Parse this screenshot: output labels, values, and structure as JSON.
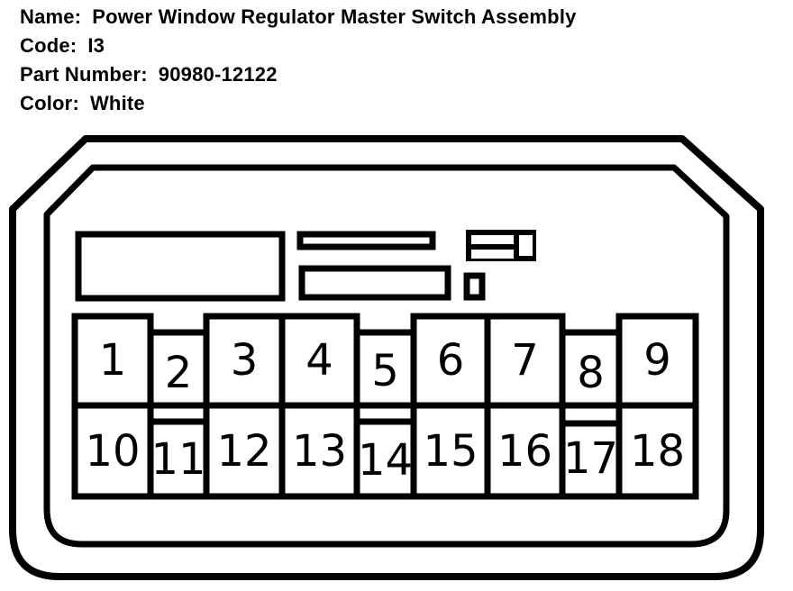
{
  "colors": {
    "line": "#000000",
    "background": "#ffffff"
  },
  "header": {
    "fields": [
      {
        "label": "Name:",
        "value": "Power Window Regulator Master Switch Assembly"
      },
      {
        "label": "Code:",
        "value": "I3"
      },
      {
        "label": "Part Number:",
        "value": "90980-12122"
      },
      {
        "label": "Color:",
        "value": "White"
      }
    ]
  },
  "connector": {
    "pin_count": 18,
    "pins": [
      "1",
      "2",
      "3",
      "4",
      "5",
      "6",
      "7",
      "8",
      "9",
      "10",
      "11",
      "12",
      "13",
      "14",
      "15",
      "16",
      "17",
      "18"
    ]
  }
}
